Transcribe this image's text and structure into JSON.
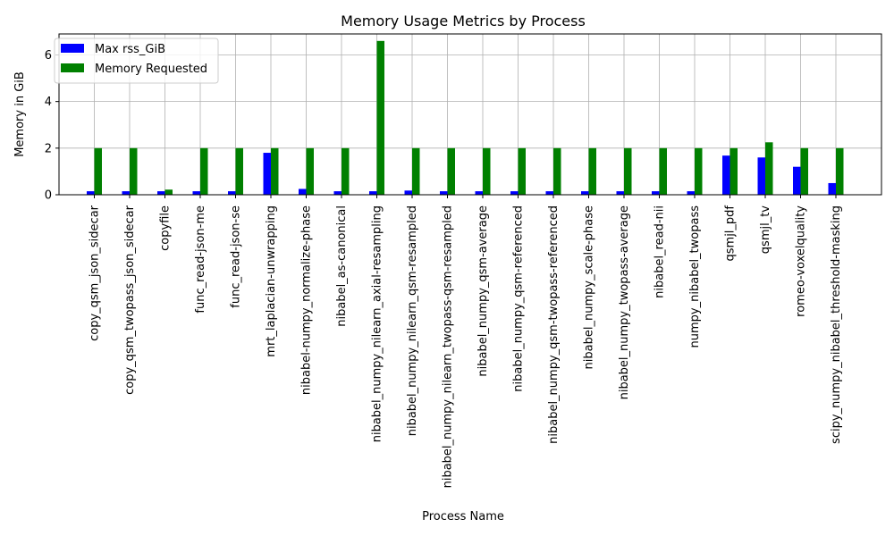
{
  "chart_data": {
    "type": "bar",
    "title": "Memory Usage Metrics by Process",
    "xlabel": "Process Name",
    "ylabel": "Memory in GiB",
    "ylim": [
      0,
      6.9
    ],
    "yticks": [
      0,
      2,
      4,
      6
    ],
    "grid": true,
    "legend_position": "top-left",
    "categories": [
      "copy_qsm_json_sidecar",
      "copy_qsm_twopass_json_sidecar",
      "copyfile",
      "func_read-json-me",
      "func_read-json-se",
      "mrt_laplacian-unwrapping",
      "nibabel-numpy_normalize-phase",
      "nibabel_as-canonical",
      "nibabel_numpy_nilearn_axial-resampling",
      "nibabel_numpy_nilearn_qsm-resampled",
      "nibabel_numpy_nilearn_twopass-qsm-resampled",
      "nibabel_numpy_qsm-average",
      "nibabel_numpy_qsm-referenced",
      "nibabel_numpy_qsm-twopass-referenced",
      "nibabel_numpy_scale-phase",
      "nibabel_numpy_twopass-average",
      "nibabel_read-nii",
      "numpy_nibabel_twopass",
      "qsmjl_pdf",
      "qsmjl_tv",
      "romeo-voxelquality",
      "scipy_numpy_nibabel_threshold-masking"
    ],
    "series": [
      {
        "name": "Max rss_GiB",
        "color": "#0000ff",
        "values": [
          0.15,
          0.15,
          0.15,
          0.15,
          0.15,
          1.8,
          0.25,
          0.15,
          0.15,
          0.18,
          0.15,
          0.15,
          0.15,
          0.15,
          0.15,
          0.15,
          0.15,
          0.15,
          1.68,
          1.6,
          1.2,
          0.5
        ]
      },
      {
        "name": "Memory Requested",
        "color": "#008000",
        "values": [
          2,
          2,
          0.22,
          2,
          2,
          2,
          2,
          2,
          6.6,
          2,
          2,
          2,
          2,
          2,
          2,
          2,
          2,
          2,
          2,
          2.25,
          2,
          2
        ]
      }
    ]
  }
}
